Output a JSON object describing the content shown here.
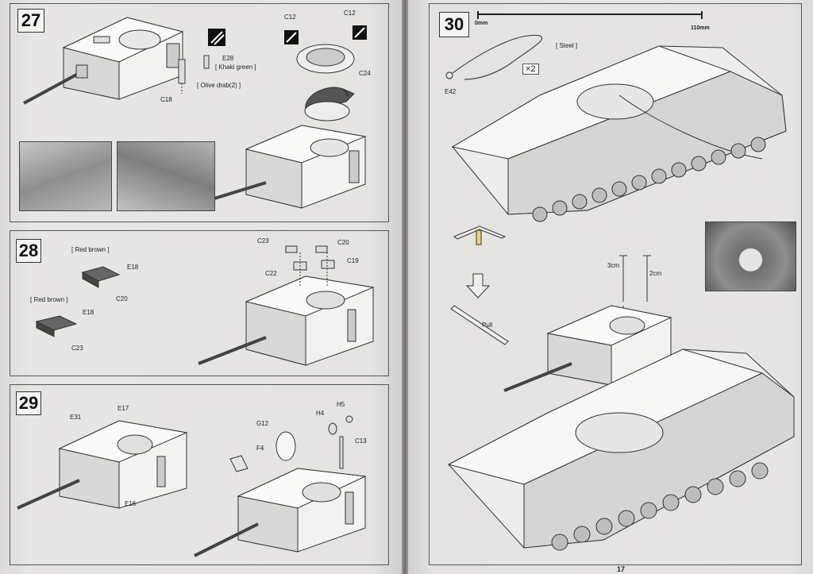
{
  "steps": {
    "s27": {
      "number": "27",
      "labels": {
        "c12a": "C12",
        "c12b": "C12",
        "e28": "E28",
        "khaki": "[ Khaki green ]",
        "olive": "[ Olive drab(2) ]",
        "c18": "C18",
        "c24": "C24"
      }
    },
    "s28": {
      "number": "28",
      "labels": {
        "redbrown1": "[ Red brown ]",
        "e18a": "E18",
        "c20a": "C20",
        "redbrown2": "[ Red brown ]",
        "e18b": "E18",
        "c23a": "C23",
        "c23b": "C23",
        "c20b": "C20",
        "c19": "C19",
        "c22": "C22"
      }
    },
    "s29": {
      "number": "29",
      "labels": {
        "e17": "E17",
        "e31": "E31",
        "e16": "E16",
        "g12": "G12",
        "f4": "F4",
        "h4": "H4",
        "h5": "H5",
        "c13": "C13"
      }
    },
    "s30": {
      "number": "30",
      "labels": {
        "mm0": "0mm",
        "mm110": "110mm",
        "steel": "[ Steel ]",
        "x2": "×2",
        "e42": "E42",
        "cm3": "3cm",
        "cm2": "2cm",
        "pull": "Pull"
      }
    }
  },
  "page_number": "17"
}
